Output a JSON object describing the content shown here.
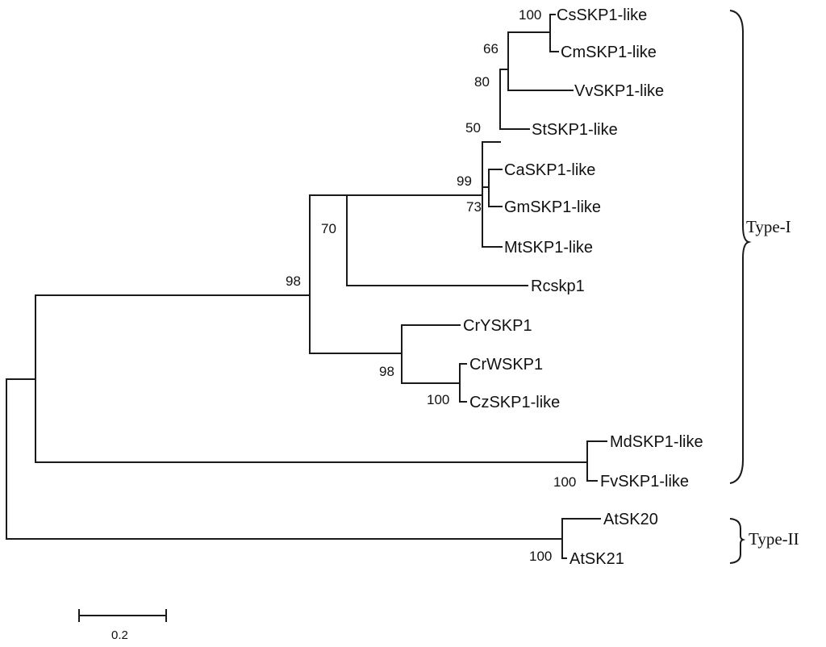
{
  "leaves": {
    "cs": "CsSKP1-like",
    "cm": "CmSKP1-like",
    "vv": "VvSKP1-like",
    "st": "StSKP1-like",
    "ca": "CaSKP1-like",
    "gm": "GmSKP1-like",
    "mt": "MtSKP1-like",
    "rc": "Rcskp1",
    "cry": "CrYSKP1",
    "crw": "CrWSKP1",
    "cz": "CzSKP1-like",
    "md": "MdSKP1-like",
    "fv": "FvSKP1-like",
    "at20": "AtSK20",
    "at21": "AtSK21"
  },
  "bootstrap": {
    "cs_cm": "100",
    "cscm_vv": "66",
    "csvv_st": "80",
    "ca_gm": "73",
    "cagm_mt": "99",
    "core_50": "50",
    "core_rc": "70",
    "crw_cz": "100",
    "cry_crwcz": "98",
    "main_98": "98",
    "md_fv": "100",
    "at20_at21": "100"
  },
  "groups": {
    "type1": "Type-I",
    "type2": "Type-II"
  },
  "scale_bar": {
    "label": "0.2"
  }
}
